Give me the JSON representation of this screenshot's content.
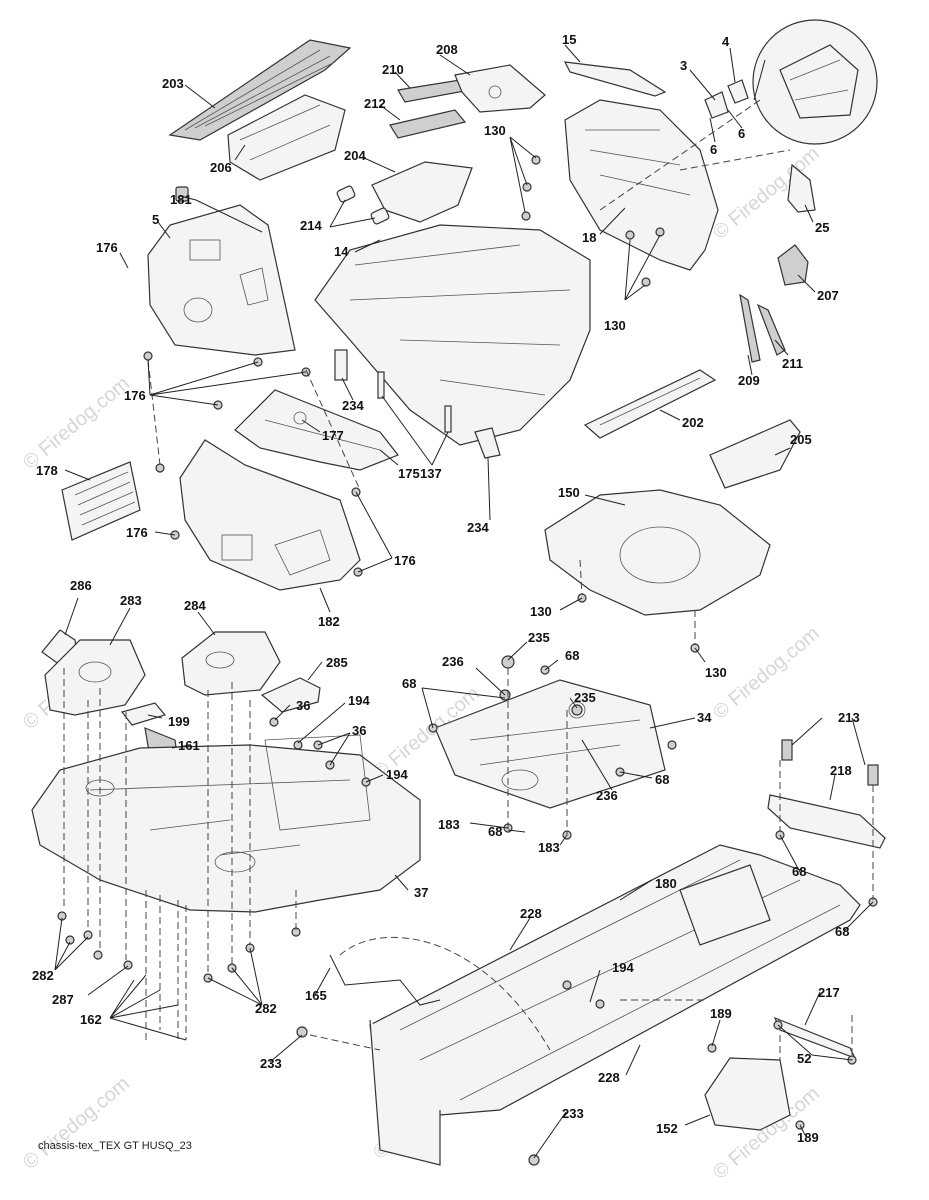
{
  "footer": {
    "code": "chassis-tex_TEX GT HUSQ_23"
  },
  "watermark": {
    "text": "© Firedog.com"
  },
  "callouts": [
    "203",
    "206",
    "210",
    "208",
    "212",
    "15",
    "3",
    "4",
    "6",
    "6",
    "130",
    "204",
    "14",
    "214",
    "181",
    "5",
    "176",
    "18",
    "25",
    "130",
    "207",
    "211",
    "209",
    "176",
    "234",
    "202",
    "137",
    "177",
    "178",
    "175",
    "234",
    "205",
    "150",
    "176",
    "176",
    "182",
    "130",
    "130",
    "286",
    "283",
    "284",
    "285",
    "235",
    "236",
    "68",
    "68",
    "36",
    "194",
    "36",
    "235",
    "34",
    "199",
    "161",
    "194",
    "68",
    "236",
    "183",
    "68",
    "183",
    "213",
    "218",
    "37",
    "180",
    "68",
    "68",
    "228",
    "282",
    "287",
    "194",
    "165",
    "162",
    "282",
    "217",
    "189",
    "52",
    "233",
    "228",
    "233",
    "152",
    "189"
  ]
}
